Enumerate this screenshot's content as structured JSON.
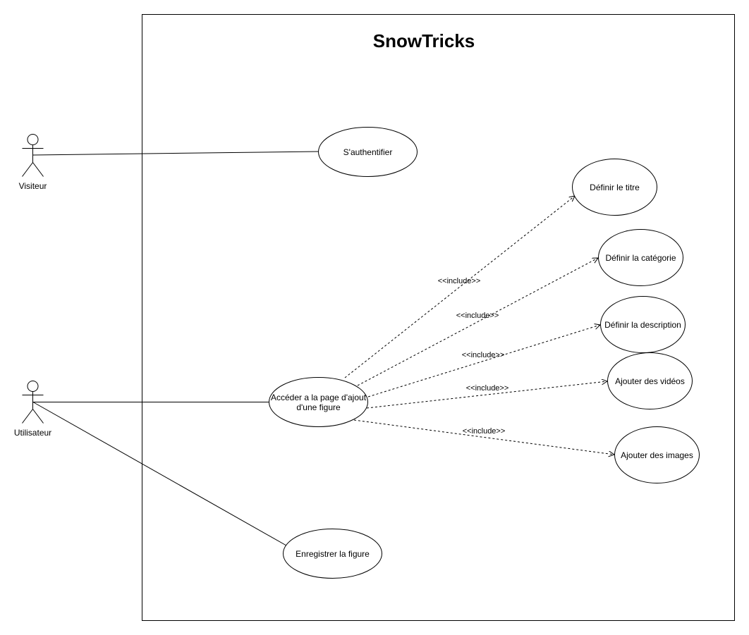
{
  "system": {
    "title": "SnowTricks"
  },
  "actors": {
    "visitor": "Visiteur",
    "user": "Utilisateur"
  },
  "use_cases": {
    "authenticate": "S'authentifier",
    "access_add_page_line1": "Accéder a la page d'ajout",
    "access_add_page_line2": "d'une figure",
    "save_figure": "Enregistrer la figure",
    "set_title": "Définir le titre",
    "set_category": "Définir la catégorie",
    "set_description": "Définir la description",
    "add_videos": "Ajouter des vidéos",
    "add_images": "Ajouter des images"
  },
  "relations": {
    "include_1": "<<include>>",
    "include_2": "<<include>>",
    "include_3": "<<include>>",
    "include_4": "<<include>>",
    "include_5": "<<include>>"
  }
}
